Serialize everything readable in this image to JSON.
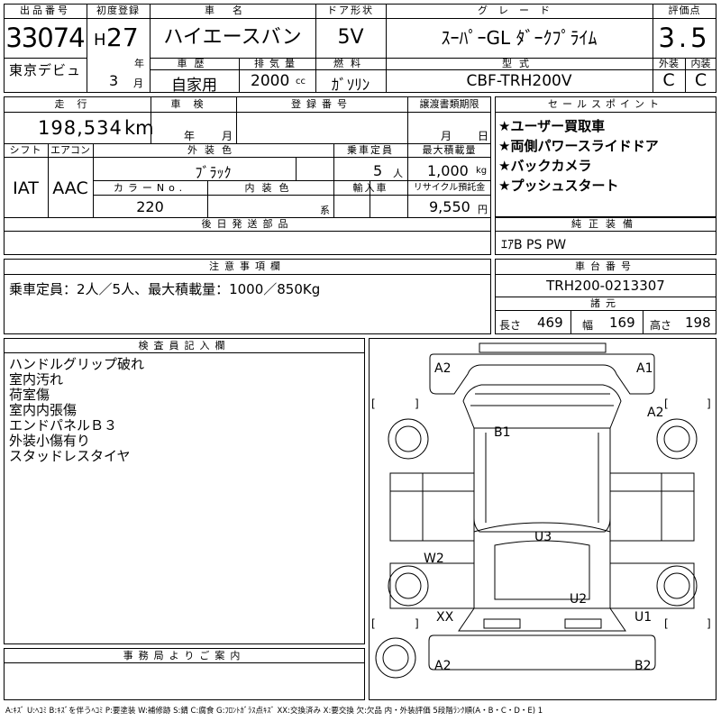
{
  "header": {
    "lot_label": "出品番号",
    "lot_number": "33074",
    "first_reg_label": "初度登録",
    "era": "H",
    "year_num": "27",
    "year_unit": "年",
    "month_num": "3",
    "month_unit": "月",
    "car_name_label": "車名",
    "car_name": "ハイエースバン",
    "doors_label": "ドア形状",
    "doors": "5V",
    "grade_label": "グレード",
    "grade": "ｽｰﾊﾟｰGL ﾀﾞｰｸﾌﾟﾗｲﾑ",
    "score_label": "評価点",
    "score": "3.5",
    "debut": "東京デビュ",
    "history_label": "車歴",
    "history": "自家用",
    "displacement_label": "排気量",
    "displacement": "2000",
    "displacement_unit": "cc",
    "fuel_label": "燃料",
    "fuel": "ｶﾞｿﾘﾝ",
    "model_code_label": "型式",
    "model_code": "CBF-TRH200V",
    "ext_label": "外装",
    "ext_grade": "C",
    "int_label": "内装",
    "int_grade": "C"
  },
  "details": {
    "mileage_label": "走行",
    "mileage": "198,534",
    "mileage_unit": "km",
    "inspection_label": "車検",
    "inspection_year_unit": "年",
    "inspection_month_unit": "月",
    "reg_no_label": "登録番号",
    "deadline_label": "譲渡書類期限",
    "deadline_month_unit": "月",
    "deadline_day_unit": "日",
    "shift_label": "シフト",
    "shift": "IAT",
    "ac_label": "エアコン",
    "ac": "AAC",
    "color_label": "外装色",
    "color": "ﾌﾞﾗｯｸ",
    "capacity_label": "乗車定員",
    "capacity": "5",
    "capacity_unit": "人",
    "max_load_label": "最大積載量",
    "max_load": "1,000",
    "max_load_unit": "kg",
    "color_no_label": "カラーNo.",
    "color_no": "220",
    "int_color_label": "内装色",
    "int_color_suffix": "系",
    "import_label": "輸入車",
    "recycle_label": "リサイクル預託金",
    "recycle": "9,550",
    "recycle_unit": "円"
  },
  "sales_points": {
    "label": "セールスポイント",
    "items": [
      "★ユーザー買取車",
      "★両側パワースライドドア",
      "★バックカメラ",
      "★プッシュスタート"
    ]
  },
  "later_parts": {
    "label": "後日発送部品"
  },
  "genuine_equipment": {
    "label": "純正装備",
    "value": "ｴｱB PS PW"
  },
  "caution": {
    "label": "注意事項欄",
    "text": "乗車定員：2人／5人、最大積載量：1000／850Kg"
  },
  "chassis": {
    "label": "車台番号",
    "value": "TRH200-0213307"
  },
  "specs": {
    "label": "諸元",
    "length_label": "長さ",
    "length": "469",
    "width_label": "幅",
    "width": "169",
    "height_label": "高さ",
    "height": "198"
  },
  "inspector": {
    "label": "検査員記入欄",
    "notes": [
      "ハンドルグリップ破れ",
      "室内汚れ",
      "荷室傷",
      "室内内張傷",
      "エンドパネルＢ３",
      "外装小傷有り",
      "スタッドレスタイヤ"
    ]
  },
  "office": {
    "label": "事務局よりご案内"
  },
  "diagram": {
    "marks": [
      "A2",
      "A1",
      "A2",
      "B1",
      "U3",
      "W2",
      "U2",
      "XX",
      "U1",
      "A2",
      "B2"
    ],
    "brackets": [
      "[",
      "]",
      "[",
      "]",
      "[",
      "]",
      "[",
      "]"
    ]
  },
  "legend": "A:ｷｽﾞ U:ﾍｺﾐ B:ｷｽﾞを伴うﾍｺﾐ P:要塗装 W:補修跡 S:錆 C:腐食 G:ﾌﾛﾝﾄｶﾞﾗｽ点ｷｽﾞ XX:交換済み X:要交換 欠:欠品 内・外装評価 5段階ﾗﾝｸ順(A・B・C・D・E) 1"
}
